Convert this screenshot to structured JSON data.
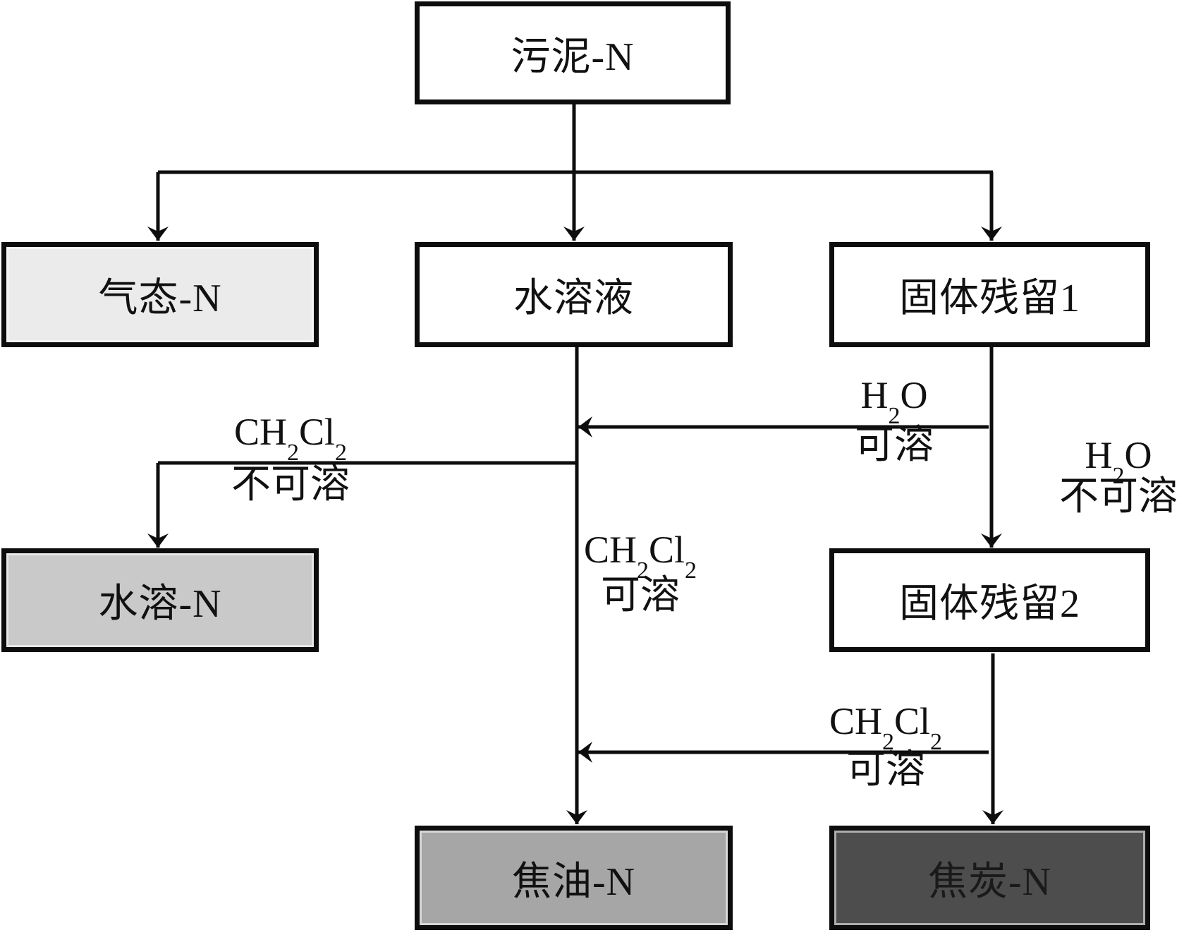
{
  "diagram": {
    "type": "flowchart",
    "nodes": {
      "sludge_n": {
        "label": "污泥-N",
        "fill": "#ffffff"
      },
      "gas_n": {
        "label": "气态-N",
        "fill": "#ebebeb"
      },
      "aqueous_solution": {
        "label": "水溶液",
        "fill": "#ffffff"
      },
      "solid_residue_1": {
        "label": "固体残留1",
        "fill": "#ffffff"
      },
      "water_soluble_n": {
        "label": "水溶-N",
        "fill": "#c9c9c9"
      },
      "solid_residue_2": {
        "label": "固体残留2",
        "fill": "#ffffff"
      },
      "tar_n": {
        "label": "焦油-N",
        "fill": "#a6a6a6"
      },
      "char_n": {
        "label": "焦炭-N",
        "fill": "#4d4d4d"
      }
    },
    "edge_labels": {
      "h2o_soluble": {
        "formula_a": "H",
        "formula_sub1": "2",
        "formula_b": "O",
        "formula_sub2": "",
        "state": "可溶"
      },
      "h2o_insoluble": {
        "formula_a": "H",
        "formula_sub1": "2",
        "formula_b": "O",
        "formula_sub2": "",
        "state": "不可溶"
      },
      "ch2cl2_insoluble": {
        "formula_a": "CH",
        "formula_sub1": "2",
        "formula_b": "Cl",
        "formula_sub2": "2",
        "state": "不可溶"
      },
      "ch2cl2_soluble_mid": {
        "formula_a": "CH",
        "formula_sub1": "2",
        "formula_b": "Cl",
        "formula_sub2": "2",
        "state": "可溶"
      },
      "ch2cl2_soluble_right": {
        "formula_a": "CH",
        "formula_sub1": "2",
        "formula_b": "Cl",
        "formula_sub2": "2",
        "state": "可溶"
      }
    },
    "edges": [
      {
        "from": "污泥-N",
        "to": "气态-N"
      },
      {
        "from": "污泥-N",
        "to": "水溶液"
      },
      {
        "from": "污泥-N",
        "to": "固体残留1"
      },
      {
        "from": "固体残留1",
        "to": "水溶液",
        "label": "H2O 可溶"
      },
      {
        "from": "固体残留1",
        "to": "固体残留2",
        "label": "H2O 不可溶"
      },
      {
        "from": "水溶液",
        "to": "水溶-N",
        "label": "CH2Cl2 不可溶"
      },
      {
        "from": "水溶液",
        "to": "焦油-N",
        "label": "CH2Cl2 可溶"
      },
      {
        "from": "固体残留2",
        "to": "焦油-N",
        "label": "CH2Cl2 可溶"
      },
      {
        "from": "固体残留2",
        "to": "焦炭-N"
      }
    ]
  }
}
